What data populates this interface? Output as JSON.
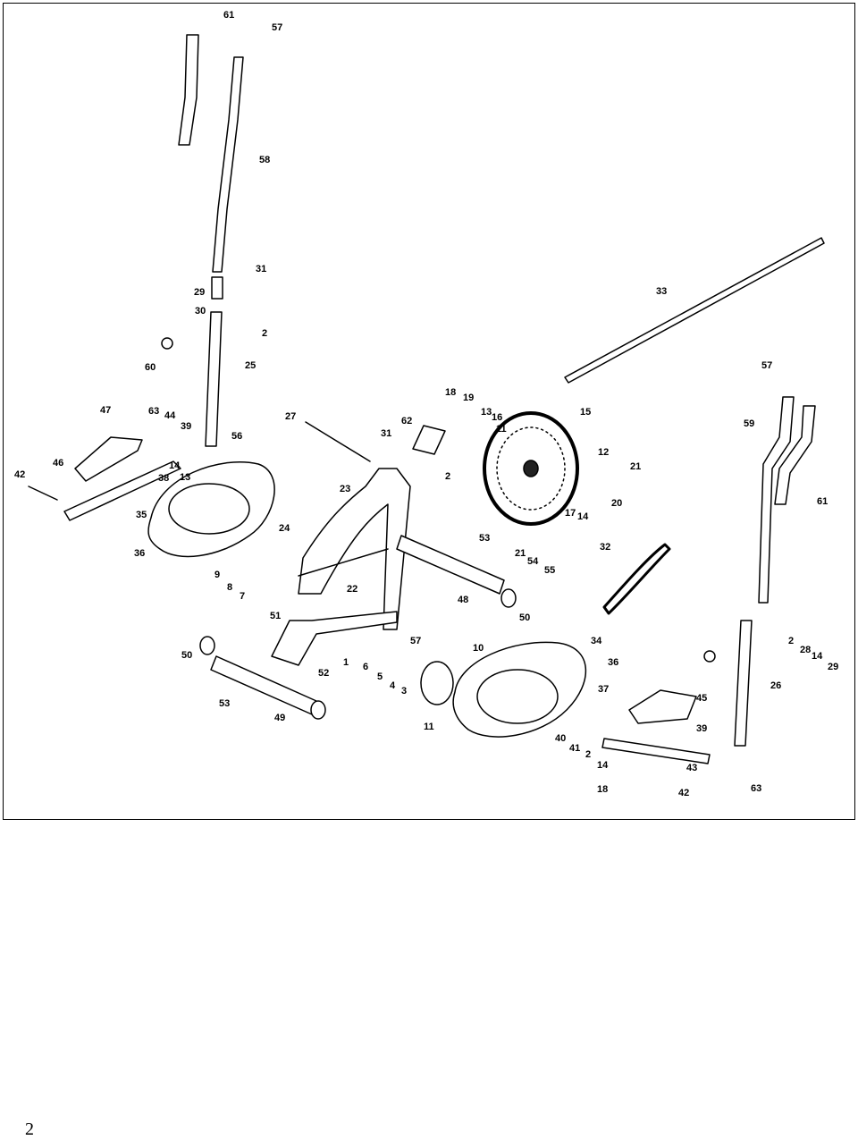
{
  "page_number": "2",
  "diagram": {
    "colors": {
      "line": "#000000",
      "background": "#ffffff",
      "fill": "#ffffff",
      "dark": "#222222"
    },
    "part_labels": [
      "61",
      "57",
      "58",
      "31",
      "29",
      "30",
      "2",
      "60",
      "25",
      "47",
      "63",
      "44",
      "39",
      "56",
      "46",
      "14",
      "13",
      "38",
      "42",
      "35",
      "36",
      "27",
      "62",
      "31",
      "18",
      "19",
      "13",
      "16",
      "11",
      "15",
      "12",
      "21",
      "17",
      "14",
      "20",
      "2",
      "23",
      "24",
      "53",
      "21",
      "54",
      "55",
      "32",
      "9",
      "8",
      "7",
      "22",
      "48",
      "50",
      "51",
      "57",
      "6",
      "5",
      "4",
      "3",
      "10",
      "1",
      "52",
      "50",
      "53",
      "49",
      "11",
      "34",
      "36",
      "37",
      "45",
      "39",
      "40",
      "41",
      "2",
      "14",
      "43",
      "18",
      "42",
      "63",
      "33",
      "57",
      "59",
      "61",
      "2",
      "28",
      "14",
      "29",
      "26"
    ]
  }
}
